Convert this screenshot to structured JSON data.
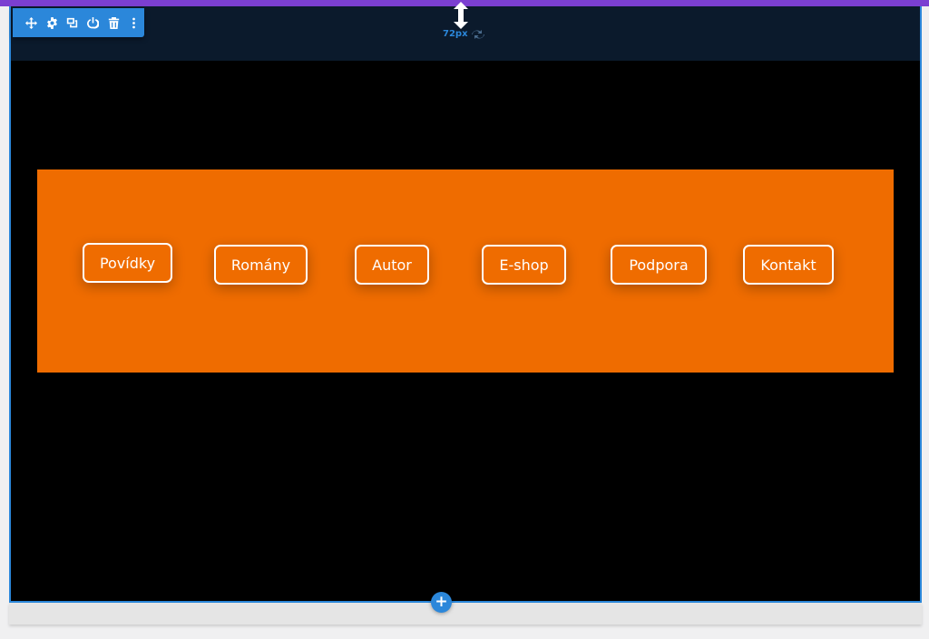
{
  "builder": {
    "padding_value": "72px",
    "toolbar": {
      "icons": [
        "move-icon",
        "settings-gear-icon",
        "duplicate-icon",
        "power-toggle-icon",
        "trash-icon",
        "more-options-icon"
      ]
    },
    "add_button": "+"
  },
  "menu": {
    "items": [
      "Povídky",
      "Romány",
      "Autor",
      "E-shop",
      "Podpora",
      "Kontakt"
    ]
  },
  "colors": {
    "accent": "#2b87da",
    "band": "#ef6c00",
    "section_bg": "#000000",
    "top_strip": "#7b3fd1"
  }
}
